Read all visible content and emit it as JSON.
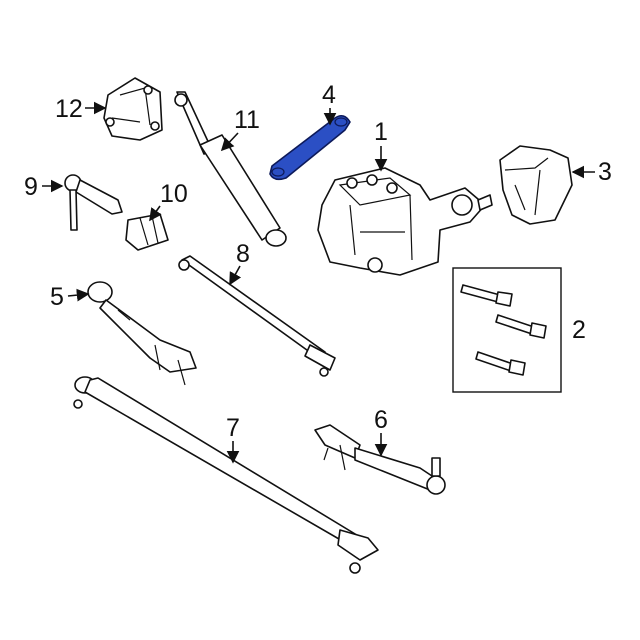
{
  "diagram": {
    "callouts": [
      {
        "id": "1",
        "label": "1"
      },
      {
        "id": "2",
        "label": "2"
      },
      {
        "id": "3",
        "label": "3"
      },
      {
        "id": "4",
        "label": "4"
      },
      {
        "id": "5",
        "label": "5"
      },
      {
        "id": "6",
        "label": "6"
      },
      {
        "id": "7",
        "label": "7"
      },
      {
        "id": "8",
        "label": "8"
      },
      {
        "id": "9",
        "label": "9"
      },
      {
        "id": "10",
        "label": "10"
      },
      {
        "id": "11",
        "label": "11"
      },
      {
        "id": "12",
        "label": "12"
      }
    ],
    "highlight_color": "#2b4fc4"
  }
}
